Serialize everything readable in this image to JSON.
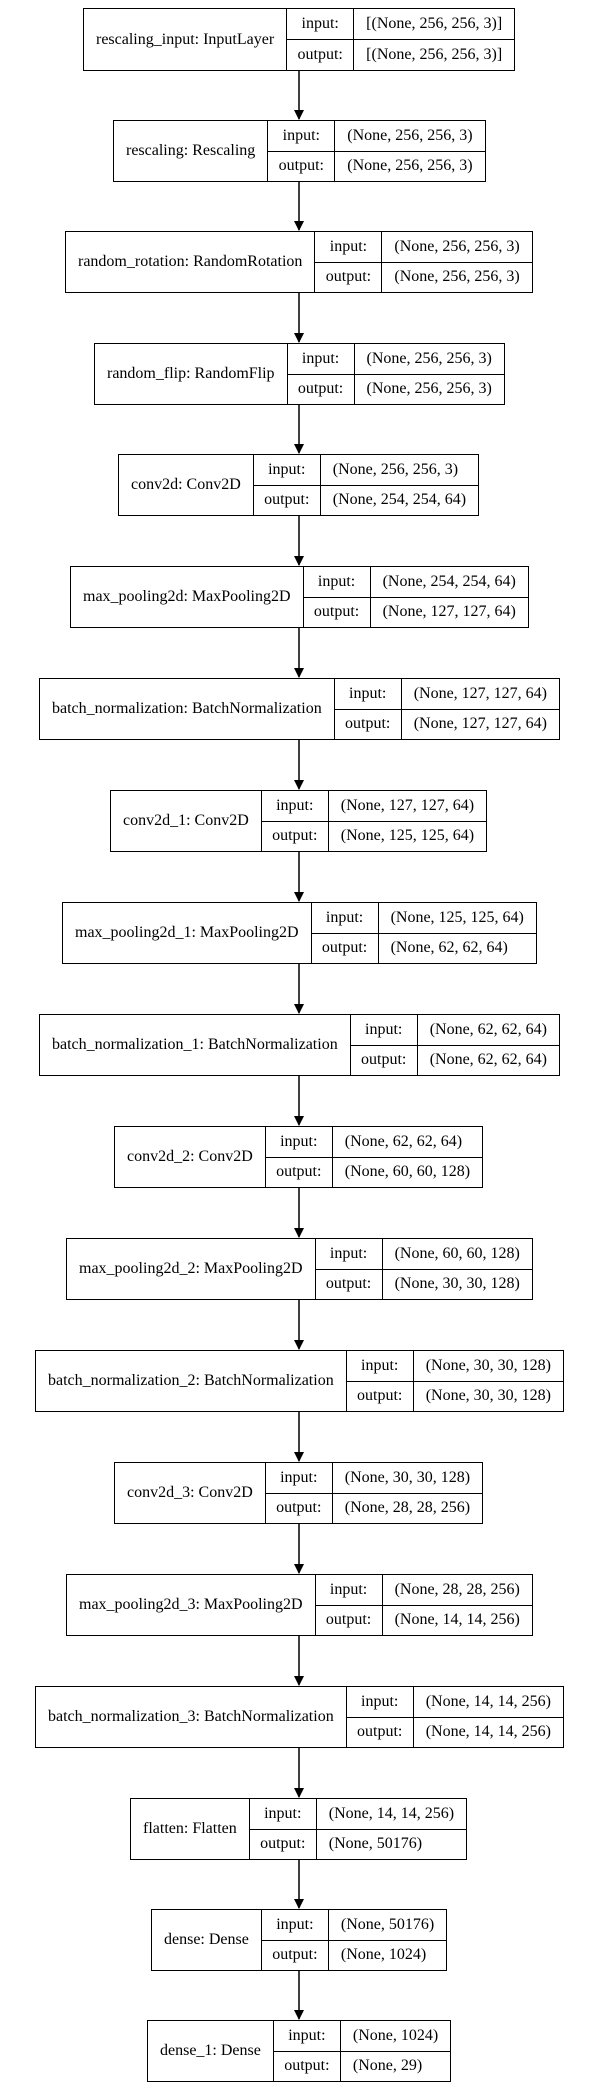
{
  "layers": [
    {
      "label": "rescaling_input: InputLayer",
      "input": "[(None, 256, 256, 3)]",
      "output": "[(None, 256, 256, 3)]"
    },
    {
      "label": "rescaling: Rescaling",
      "input": "(None, 256, 256, 3)",
      "output": "(None, 256, 256, 3)"
    },
    {
      "label": "random_rotation: RandomRotation",
      "input": "(None, 256, 256, 3)",
      "output": "(None, 256, 256, 3)"
    },
    {
      "label": "random_flip: RandomFlip",
      "input": "(None, 256, 256, 3)",
      "output": "(None, 256, 256, 3)"
    },
    {
      "label": "conv2d: Conv2D",
      "input": "(None, 256, 256, 3)",
      "output": "(None, 254, 254, 64)"
    },
    {
      "label": "max_pooling2d: MaxPooling2D",
      "input": "(None, 254, 254, 64)",
      "output": "(None, 127, 127, 64)"
    },
    {
      "label": "batch_normalization: BatchNormalization",
      "input": "(None, 127, 127, 64)",
      "output": "(None, 127, 127, 64)"
    },
    {
      "label": "conv2d_1: Conv2D",
      "input": "(None, 127, 127, 64)",
      "output": "(None, 125, 125, 64)"
    },
    {
      "label": "max_pooling2d_1: MaxPooling2D",
      "input": "(None, 125, 125, 64)",
      "output": "(None, 62, 62, 64)"
    },
    {
      "label": "batch_normalization_1: BatchNormalization",
      "input": "(None, 62, 62, 64)",
      "output": "(None, 62, 62, 64)"
    },
    {
      "label": "conv2d_2: Conv2D",
      "input": "(None, 62, 62, 64)",
      "output": "(None, 60, 60, 128)"
    },
    {
      "label": "max_pooling2d_2: MaxPooling2D",
      "input": "(None, 60, 60, 128)",
      "output": "(None, 30, 30, 128)"
    },
    {
      "label": "batch_normalization_2: BatchNormalization",
      "input": "(None, 30, 30, 128)",
      "output": "(None, 30, 30, 128)"
    },
    {
      "label": "conv2d_3: Conv2D",
      "input": "(None, 30, 30, 128)",
      "output": "(None, 28, 28, 256)"
    },
    {
      "label": "max_pooling2d_3: MaxPooling2D",
      "input": "(None, 28, 28, 256)",
      "output": "(None, 14, 14, 256)"
    },
    {
      "label": "batch_normalization_3: BatchNormalization",
      "input": "(None, 14, 14, 256)",
      "output": "(None, 14, 14, 256)"
    },
    {
      "label": "flatten: Flatten",
      "input": "(None, 14, 14, 256)",
      "output": "(None, 50176)"
    },
    {
      "label": "dense: Dense",
      "input": "(None, 50176)",
      "output": "(None, 1024)"
    },
    {
      "label": "dense_1: Dense",
      "input": "(None, 1024)",
      "output": "(None, 29)"
    }
  ],
  "io_labels": {
    "input": "input:",
    "output": "output:"
  },
  "colors": {
    "stroke": "#000000",
    "background": "#ffffff"
  }
}
